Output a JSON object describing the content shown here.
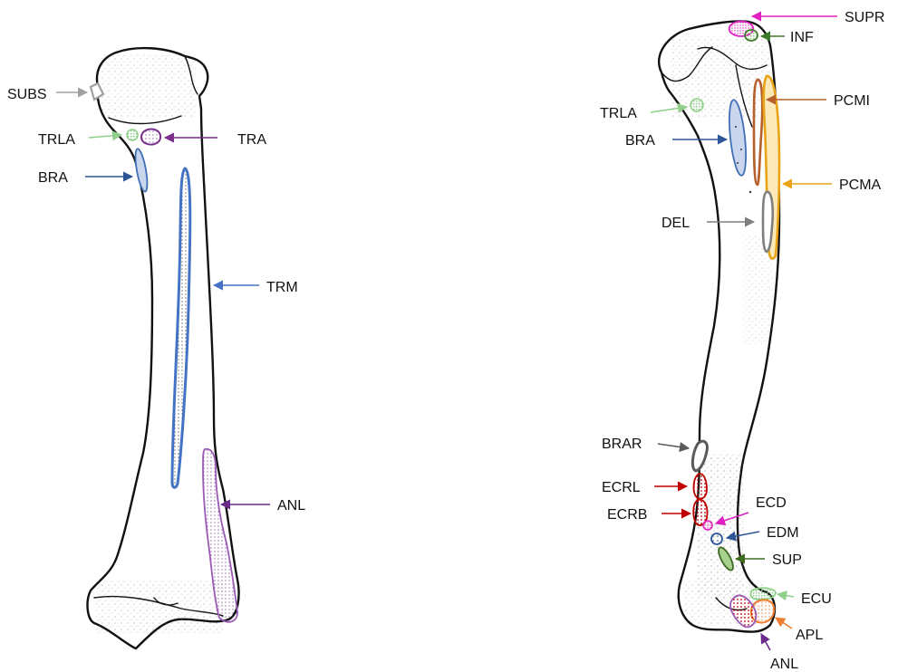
{
  "muscles": {
    "SUBS": "SUBS",
    "TRLA": "TRLA",
    "TRA": "TRA",
    "BRA": "BRA",
    "TRM": "TRM",
    "ANL": "ANL",
    "SUPR": "SUPR",
    "INF": "INF",
    "PCMI": "PCMI",
    "PCMA": "PCMA",
    "DEL": "DEL",
    "BRAR": "BRAR",
    "ECRL": "ECRL",
    "ECRB": "ECRB",
    "ECD": "ECD",
    "EDM": "EDM",
    "SUP": "SUP",
    "ECU": "ECU",
    "APL": "APL"
  },
  "colors": {
    "outline": "#111111",
    "SUBS": "#a0a0a0",
    "TRLA": "#8fcf8a",
    "TRA": "#7a2e8c",
    "BRA": "#3f6fb5",
    "TRM": "#4472c4",
    "ANL": "#9b59b6",
    "ANL_arrow": "#6a2c8c",
    "SUPR": "#e020c0",
    "INF": "#3d7a2a",
    "PCMI": "#b5602a",
    "PCMA": "#e8a317",
    "DEL": "#7f7f7f",
    "BRAR": "#595959",
    "ECRL": "#c00000",
    "ECRB": "#c00000",
    "ECD": "#e020c0",
    "EDM": "#2e5597",
    "SUP": "#3d6b22",
    "ECU": "#8fcf8a",
    "APL": "#ed7d31",
    "ANL_right": "#c0143c"
  }
}
